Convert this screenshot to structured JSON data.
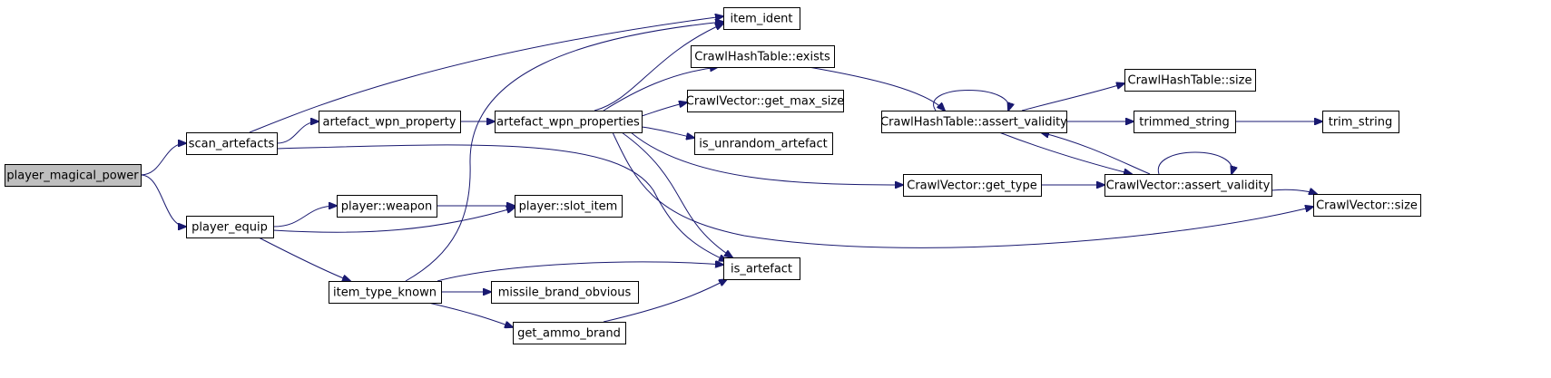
{
  "graph": {
    "edge_color": "#191970",
    "root_fill": "#bfbfbf",
    "node_fill": "#ffffff",
    "nodes": [
      {
        "id": "player_magical_power",
        "label": "player_magical_power",
        "root": true
      },
      {
        "id": "scan_artefacts",
        "label": "scan_artefacts"
      },
      {
        "id": "player_equip",
        "label": "player_equip"
      },
      {
        "id": "item_ident",
        "label": "item_ident"
      },
      {
        "id": "artefact_wpn_property",
        "label": "artefact_wpn_property"
      },
      {
        "id": "artefact_wpn_properties",
        "label": "artefact_wpn_properties"
      },
      {
        "id": "is_artefact",
        "label": "is_artefact"
      },
      {
        "id": "player_weapon",
        "label": "player::weapon"
      },
      {
        "id": "player_slot_item",
        "label": "player::slot_item"
      },
      {
        "id": "item_type_known",
        "label": "item_type_known"
      },
      {
        "id": "CrawlHashTable_exists",
        "label": "CrawlHashTable::exists"
      },
      {
        "id": "CrawlVector_get_max_size",
        "label": "CrawlVector::get_max_size"
      },
      {
        "id": "is_unrandom_artefact",
        "label": "is_unrandom_artefact"
      },
      {
        "id": "CrawlVector_get_type",
        "label": "CrawlVector::get_type"
      },
      {
        "id": "CrawlVector_size",
        "label": "CrawlVector::size"
      },
      {
        "id": "missile_brand_obvious",
        "label": "missile_brand_obvious"
      },
      {
        "id": "get_ammo_brand",
        "label": "get_ammo_brand"
      },
      {
        "id": "CrawlHashTable_assert_validity",
        "label": "CrawlHashTable::assert_validity"
      },
      {
        "id": "CrawlVector_assert_validity",
        "label": "CrawlVector::assert_validity"
      },
      {
        "id": "CrawlHashTable_size",
        "label": "CrawlHashTable::size"
      },
      {
        "id": "trimmed_string",
        "label": "trimmed_string"
      },
      {
        "id": "trim_string",
        "label": "trim_string"
      }
    ],
    "edges": [
      {
        "from": "player_magical_power",
        "to": "scan_artefacts"
      },
      {
        "from": "player_magical_power",
        "to": "player_equip"
      },
      {
        "from": "scan_artefacts",
        "to": "item_ident"
      },
      {
        "from": "scan_artefacts",
        "to": "artefact_wpn_property"
      },
      {
        "from": "scan_artefacts",
        "to": "is_artefact"
      },
      {
        "from": "artefact_wpn_property",
        "to": "artefact_wpn_properties"
      },
      {
        "from": "artefact_wpn_properties",
        "to": "item_ident"
      },
      {
        "from": "artefact_wpn_properties",
        "to": "CrawlHashTable_exists"
      },
      {
        "from": "artefact_wpn_properties",
        "to": "CrawlVector_get_max_size"
      },
      {
        "from": "artefact_wpn_properties",
        "to": "is_unrandom_artefact"
      },
      {
        "from": "artefact_wpn_properties",
        "to": "CrawlVector_get_type"
      },
      {
        "from": "artefact_wpn_properties",
        "to": "CrawlVector_size"
      },
      {
        "from": "artefact_wpn_properties",
        "to": "is_artefact"
      },
      {
        "from": "player_equip",
        "to": "player_weapon"
      },
      {
        "from": "player_equip",
        "to": "player_slot_item"
      },
      {
        "from": "player_equip",
        "to": "item_type_known"
      },
      {
        "from": "player_weapon",
        "to": "player_slot_item"
      },
      {
        "from": "item_type_known",
        "to": "item_ident"
      },
      {
        "from": "item_type_known",
        "to": "is_artefact"
      },
      {
        "from": "item_type_known",
        "to": "missile_brand_obvious"
      },
      {
        "from": "item_type_known",
        "to": "get_ammo_brand"
      },
      {
        "from": "get_ammo_brand",
        "to": "is_artefact"
      },
      {
        "from": "CrawlHashTable_exists",
        "to": "CrawlHashTable_assert_validity"
      },
      {
        "from": "CrawlHashTable_assert_validity",
        "to": "CrawlHashTable_assert_validity"
      },
      {
        "from": "CrawlHashTable_assert_validity",
        "to": "CrawlHashTable_size"
      },
      {
        "from": "CrawlHashTable_assert_validity",
        "to": "trimmed_string"
      },
      {
        "from": "CrawlHashTable_assert_validity",
        "to": "CrawlVector_assert_validity"
      },
      {
        "from": "trimmed_string",
        "to": "trim_string"
      },
      {
        "from": "CrawlVector_get_type",
        "to": "CrawlVector_assert_validity"
      },
      {
        "from": "CrawlVector_assert_validity",
        "to": "CrawlVector_assert_validity"
      },
      {
        "from": "CrawlVector_assert_validity",
        "to": "CrawlHashTable_assert_validity"
      },
      {
        "from": "CrawlVector_assert_validity",
        "to": "CrawlVector_size"
      }
    ]
  }
}
